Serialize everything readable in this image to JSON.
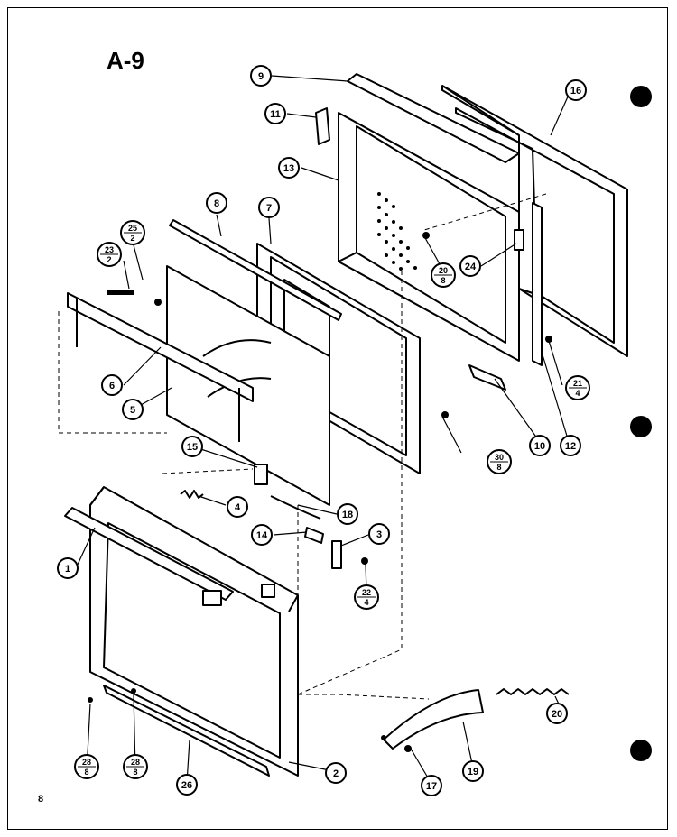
{
  "diagram": {
    "title": "A-9",
    "page_number": "8",
    "callouts": [
      {
        "id": "c-9a",
        "label": "9"
      },
      {
        "id": "c-11",
        "label": "11"
      },
      {
        "id": "c-16",
        "label": "16"
      },
      {
        "id": "c-13",
        "label": "13"
      },
      {
        "id": "c-8",
        "label": "8"
      },
      {
        "id": "c-7",
        "label": "7"
      },
      {
        "id": "c-24",
        "label": "24"
      },
      {
        "id": "c-6",
        "label": "6"
      },
      {
        "id": "c-5",
        "label": "5"
      },
      {
        "id": "c-15",
        "label": "15"
      },
      {
        "id": "c-4",
        "label": "4"
      },
      {
        "id": "c-18",
        "label": "18"
      },
      {
        "id": "c-14",
        "label": "14"
      },
      {
        "id": "c-3",
        "label": "3"
      },
      {
        "id": "c-1",
        "label": "1"
      },
      {
        "id": "c-10",
        "label": "10"
      },
      {
        "id": "c-12",
        "label": "12"
      },
      {
        "id": "c-2",
        "label": "2"
      },
      {
        "id": "c-17",
        "label": "17"
      },
      {
        "id": "c-19",
        "label": "19"
      },
      {
        "id": "c-20",
        "label": "20"
      },
      {
        "id": "c-26",
        "label": "26"
      }
    ],
    "fraction_callouts": [
      {
        "id": "f-25-2",
        "num": "25",
        "den": "2"
      },
      {
        "id": "f-23-2",
        "num": "23",
        "den": "2"
      },
      {
        "id": "f-20-8",
        "num": "20",
        "den": "8"
      },
      {
        "id": "f-21-4",
        "num": "21",
        "den": "4"
      },
      {
        "id": "f-30-8",
        "num": "30",
        "den": "8"
      },
      {
        "id": "f-22-4",
        "num": "22",
        "den": "4"
      },
      {
        "id": "f-28-8a",
        "num": "28",
        "den": "8"
      },
      {
        "id": "f-28-8b",
        "num": "28",
        "den": "8"
      }
    ]
  }
}
